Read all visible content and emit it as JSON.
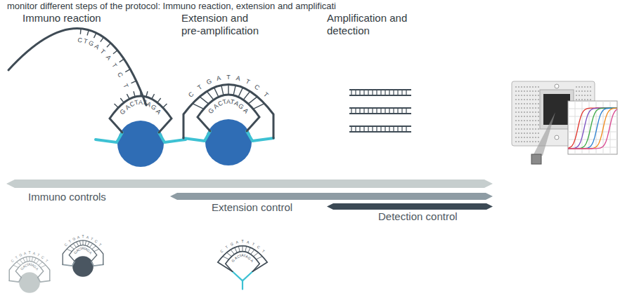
{
  "diagram": {
    "nodes": [
      {
        "text": [
          "Immuno controls"
        ]
      },
      {
        "text": [
          "Extension control"
        ]
      },
      {
        "text": [
          "Detection control"
        ]
      }
    ],
    "labels": [
      "monitor different steps of the protocol: Immuno reaction, extension and amplificati",
      "Immuno reaction",
      "Extension and pre-amplification",
      "Amplification and detection",
      "CTGATATCT",
      "GACTATAGA",
      "CTGATATCT",
      "GACTATAGA",
      "CTGATATCT",
      "GACTATAGA",
      "CTGATATCT",
      "GACTATAGA",
      "CTGATATCT",
      "GACTATAGA"
    ]
  }
}
